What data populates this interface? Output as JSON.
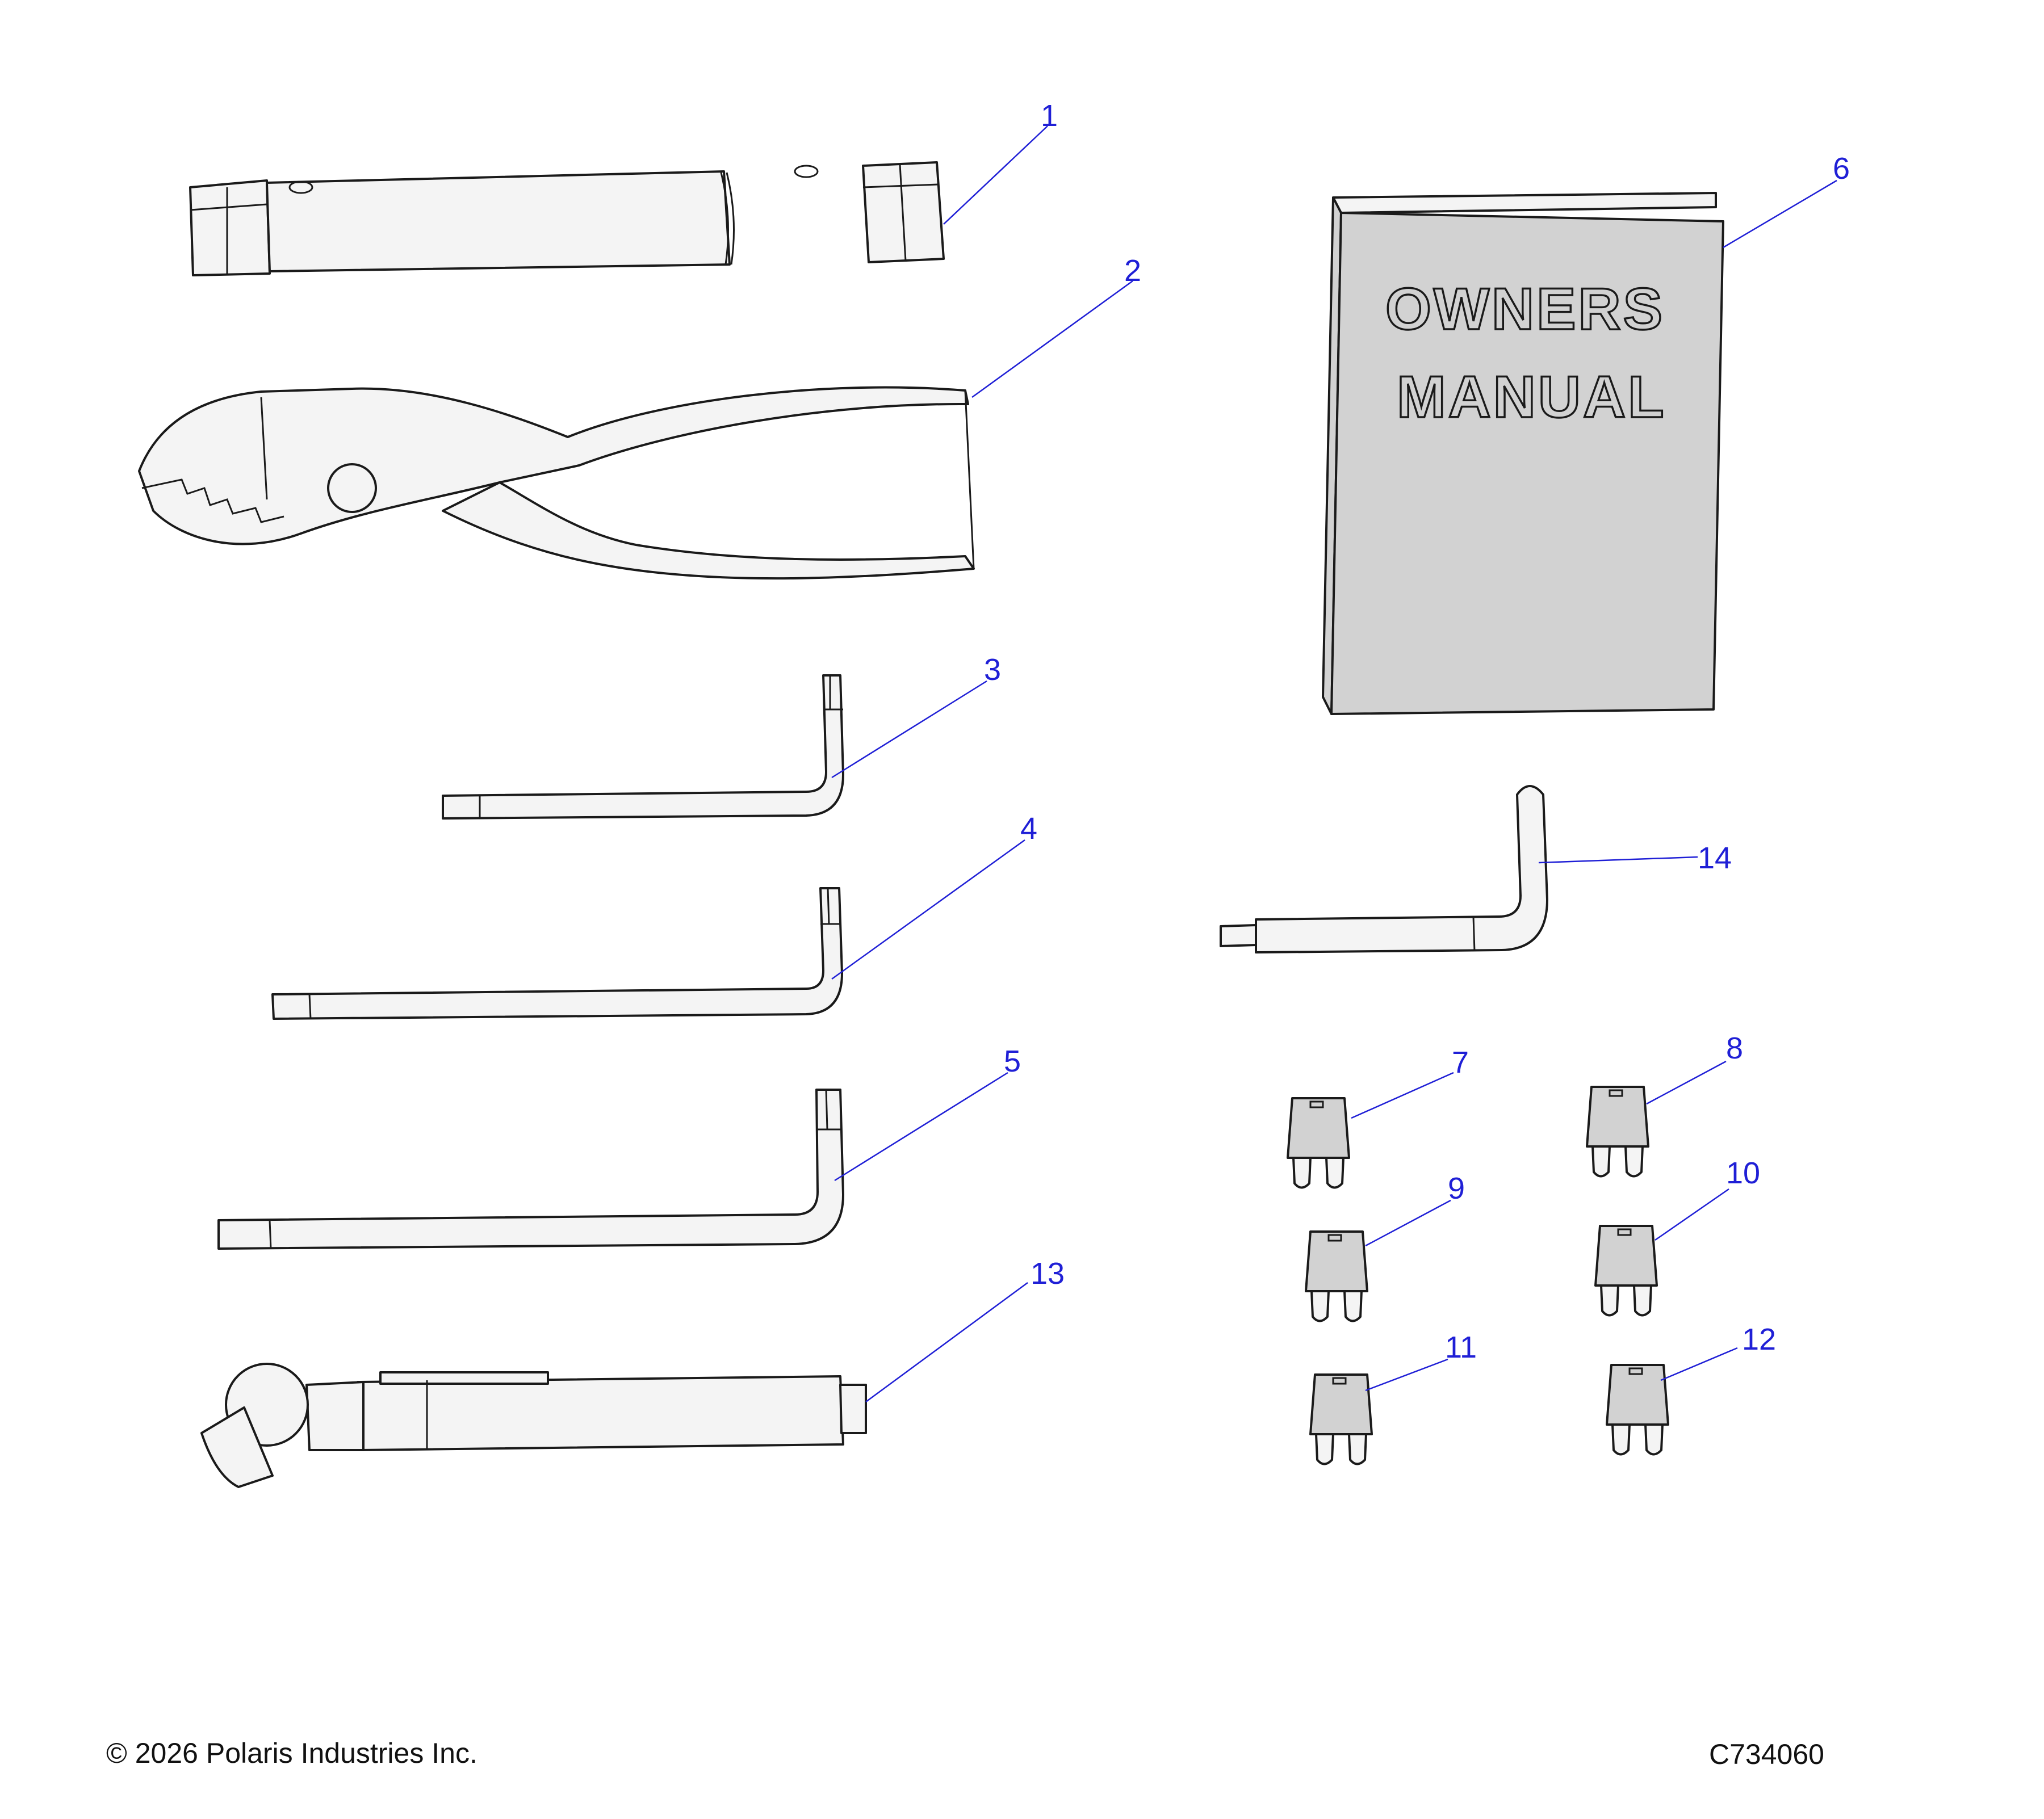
{
  "diagram": {
    "callout_color": "#1f1fd6",
    "line_color": "#1a1a1a",
    "manual_cover_color": "#d2d2d2",
    "parts": [
      {
        "callout": "1",
        "icon": "spark-plug-socket-wrench-icon"
      },
      {
        "callout": "2",
        "icon": "pliers-icon"
      },
      {
        "callout": "3",
        "icon": "torx-l-key-small-icon"
      },
      {
        "callout": "4",
        "icon": "torx-l-key-medium-icon"
      },
      {
        "callout": "5",
        "icon": "torx-l-key-large-icon"
      },
      {
        "callout": "6",
        "icon": "owners-manual-book-icon"
      },
      {
        "callout": "7",
        "icon": "mini-fuse-icon"
      },
      {
        "callout": "8",
        "icon": "mini-fuse-icon"
      },
      {
        "callout": "9",
        "icon": "mini-fuse-icon"
      },
      {
        "callout": "10",
        "icon": "mini-fuse-icon"
      },
      {
        "callout": "11",
        "icon": "mini-fuse-icon"
      },
      {
        "callout": "12",
        "icon": "mini-fuse-icon"
      },
      {
        "callout": "13",
        "icon": "tire-pressure-gauge-icon"
      },
      {
        "callout": "14",
        "icon": "hex-l-key-icon"
      }
    ],
    "manual_cover": {
      "line1": "OWNERS",
      "line2": "MANUAL"
    }
  },
  "footer": {
    "copyright": "© 2026 Polaris Industries Inc.",
    "code": "C734060"
  }
}
